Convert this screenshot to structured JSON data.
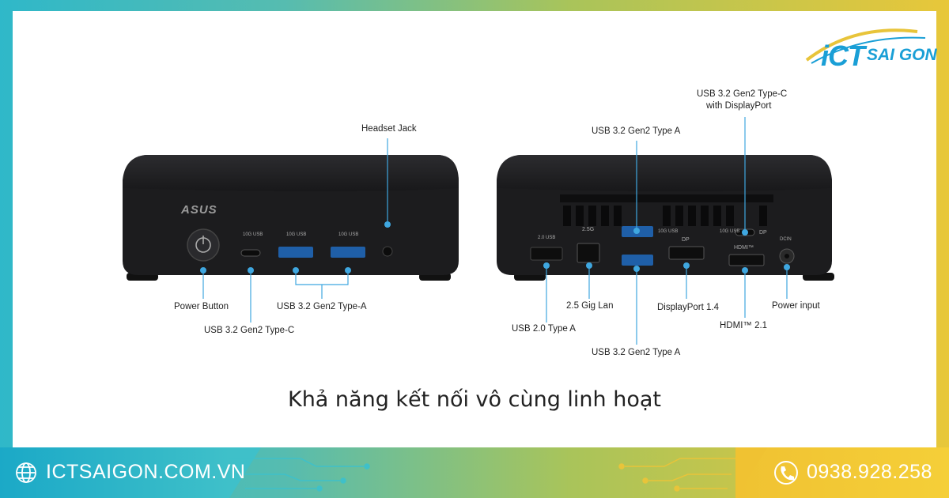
{
  "brand": {
    "logo_main": "iCT",
    "logo_sub": "SAI GON"
  },
  "front_device": {
    "brand_mark": "ASUS",
    "port_badges": [
      "10G USB",
      "10G USB",
      "10G USB"
    ],
    "labels": {
      "headset_jack": "Headset Jack",
      "power_button": "Power Button",
      "usb_type_c": "USB 3.2 Gen2 Type-C",
      "usb_type_a": "USB 3.2 Gen2 Type-A"
    }
  },
  "rear_device": {
    "port_badges": {
      "usb2": "2.0 USB",
      "lan": "2.5G",
      "usb_a": "10G USB",
      "dp": "DP",
      "usbc": "10G USB",
      "usbc_dp": "DP",
      "hdmi": "HDMI™",
      "dcin": "DCIN"
    },
    "labels": {
      "usb_c_dp_line1": "USB 3.2 Gen2 Type-C",
      "usb_c_dp_line2": "with DisplayPort",
      "usb_a_top": "USB 3.2 Gen2 Type A",
      "lan": "2.5 Gig Lan",
      "displayport": "DisplayPort 1.4",
      "power_input": "Power input",
      "usb2": "USB 2.0 Type A",
      "hdmi": "HDMI™ 2.1",
      "usb_a_bottom": "USB 3.2 Gen2 Type A"
    }
  },
  "caption": "Khả năng kết nối vô cùng linh hoạt",
  "footer": {
    "website": "ICTSAIGON.COM.VN",
    "phone": "0938.928.258"
  },
  "colors": {
    "accent_blue": "#1a9fd6",
    "device_black": "#1c1c1e",
    "footer_cyan": "#1ba9c7",
    "footer_yellow": "#f0c232"
  }
}
